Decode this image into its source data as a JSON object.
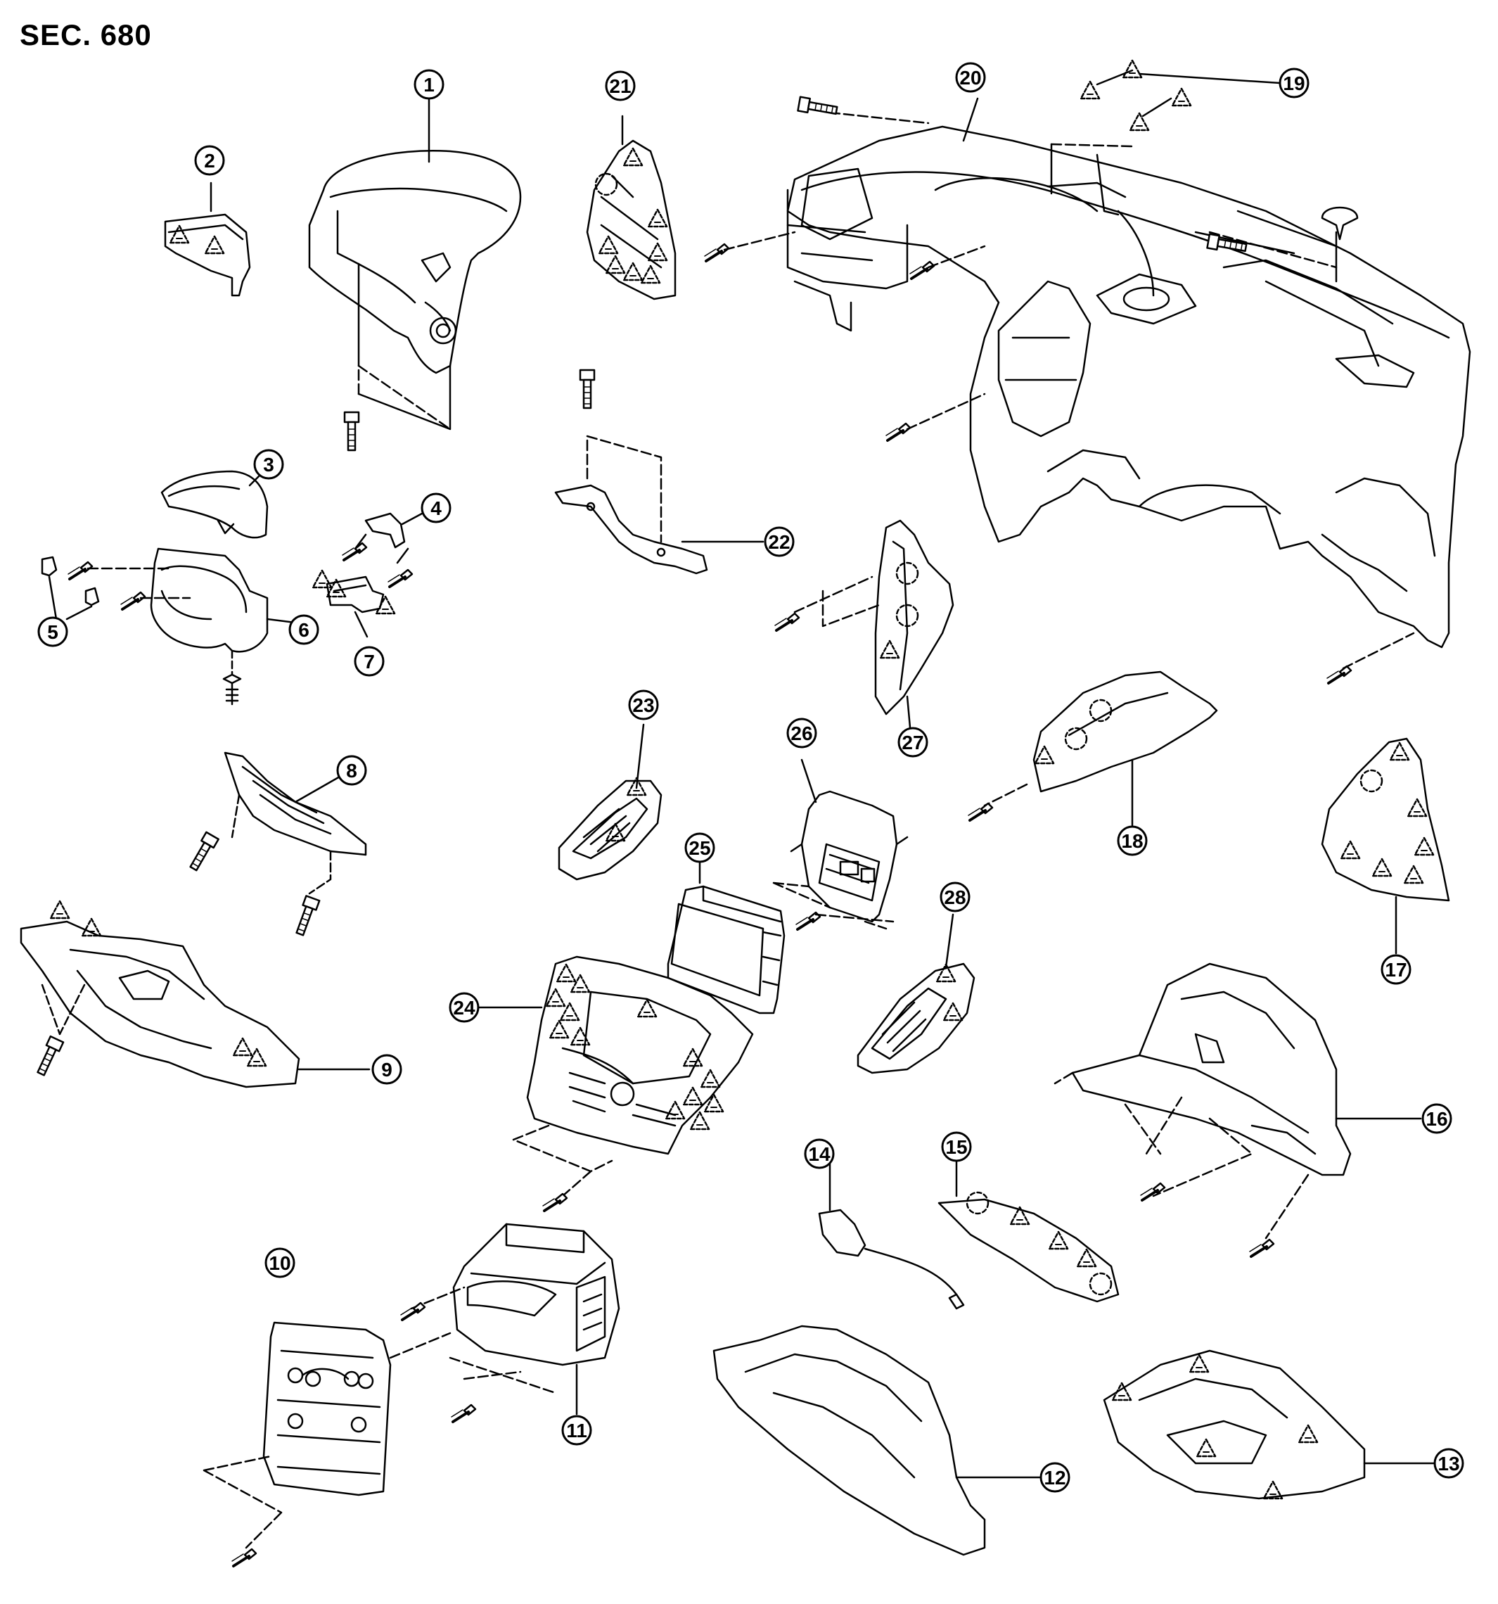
{
  "diagram": {
    "section_label": "SEC. 680",
    "ink_color": "#000000",
    "paper_color": "#ffffff",
    "callouts": [
      "1",
      "2",
      "3",
      "4",
      "5",
      "6",
      "7",
      "8",
      "9",
      "10",
      "11",
      "12",
      "13",
      "14",
      "15",
      "16",
      "17",
      "18",
      "19",
      "20",
      "21",
      "22",
      "23",
      "24",
      "25",
      "26",
      "27",
      "28"
    ]
  }
}
